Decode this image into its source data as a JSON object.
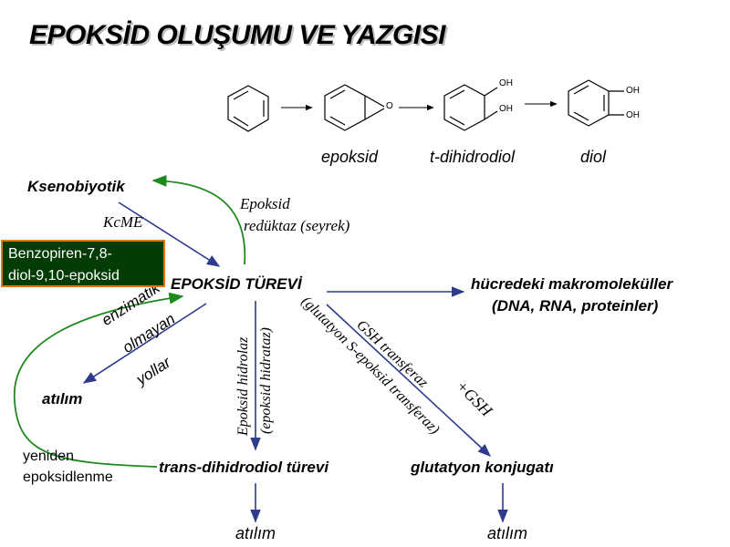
{
  "title": "EPOKSİD OLUŞUMU VE YAZGISI",
  "molecules": {
    "epoxide_oxygen": "O",
    "oh": "OH",
    "labels": [
      "epoksid",
      "t-dihidrodiol",
      "diol"
    ]
  },
  "nodes": {
    "xenobiotic": "Ksenobiyotik",
    "epoxide_derivative": "EPOKSİD TÜREVİ",
    "macromolecules_1": "hücredeki makromoleküller",
    "macromolecules_2": "(DNA, RNA, proteinler)",
    "excretion_left": "atılım",
    "trans_dihydrodiol": "trans-dihidrodiol türevi",
    "glutathione_conjugate": "glutatyon konjugatı",
    "excretion_mid": "atılım",
    "excretion_right": "atılım"
  },
  "edge_labels": {
    "kcme": "KcME",
    "epoxide_reductase_1": "Epoksid",
    "epoxide_reductase_2": "redüktaz (seyrek)",
    "nonenzymatic_1": "enzimatik",
    "nonenzymatic_2": "olmayan",
    "nonenzymatic_3": "yollar",
    "epoxide_hydrolase_1": "Epoksid hidrolaz",
    "epoxide_hydrolase_2": "(epoksid hidrataz)",
    "gsh_transferase_1": "GSH transferaz",
    "gsh_transferase_2": "(glutatyon S-epoksid transferaz)",
    "plus_gsh": "+GSH",
    "reepoxidation_1": "yeniden",
    "reepoxidation_2": "epoksidlenme"
  },
  "callout": {
    "line1": "Benzopiren-7,8-",
    "line2": "diol-9,10-epoksid"
  },
  "colors": {
    "arrow_blue": "#2e3a8c",
    "arrow_green": "#1e8a1e",
    "callout_bg": "#033d05",
    "callout_border": "#e07a10"
  }
}
